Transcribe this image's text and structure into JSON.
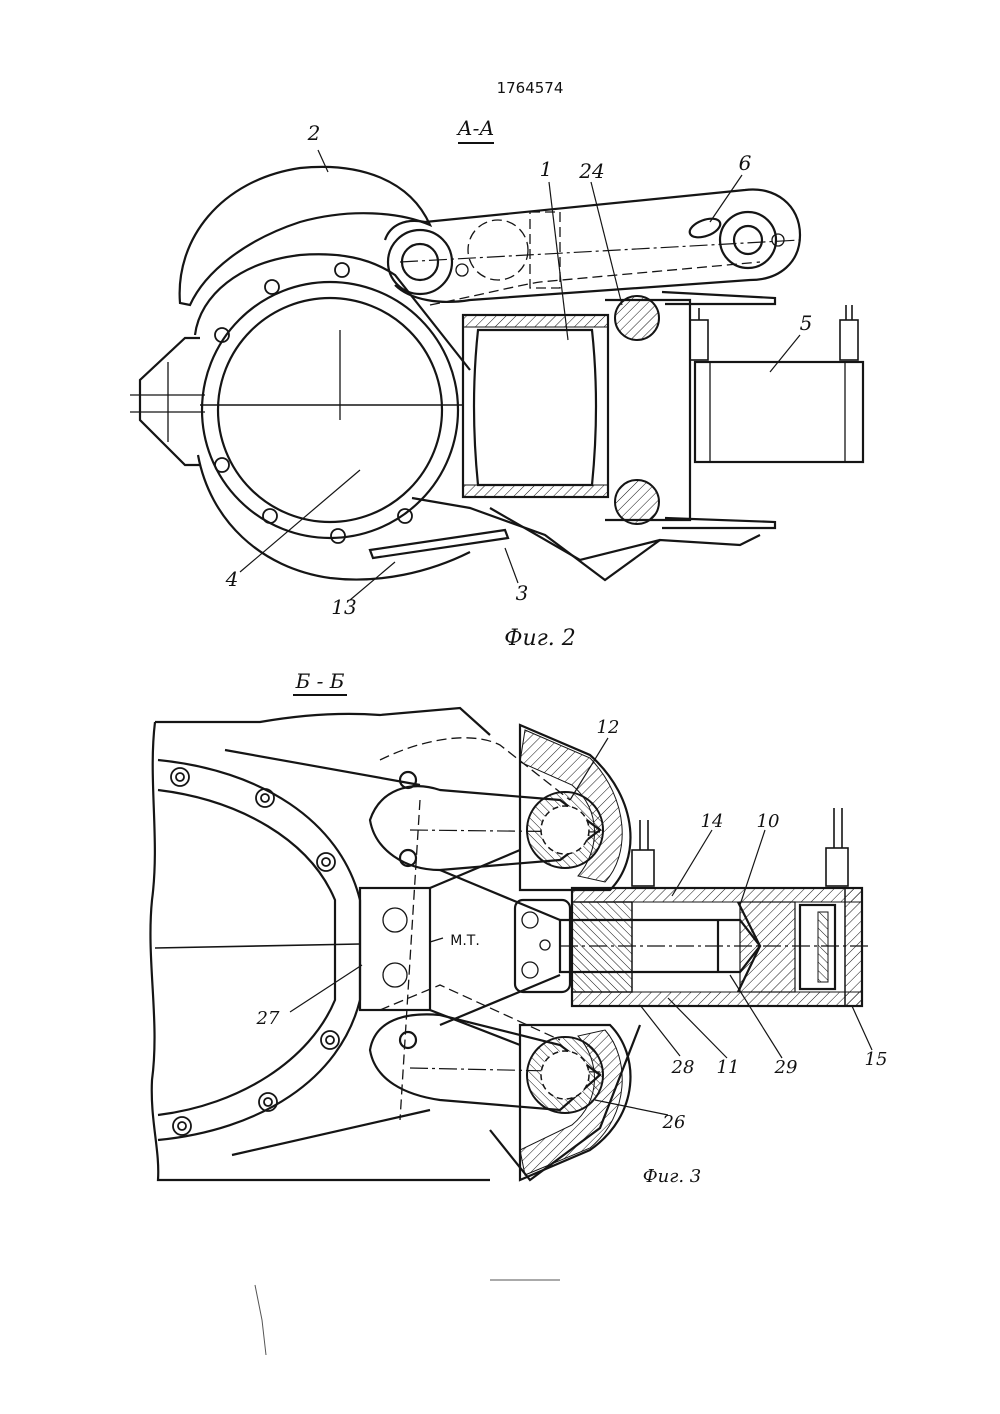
{
  "document": {
    "patent_number": "1764574"
  },
  "figure2": {
    "section_label": "А-А",
    "caption": "Фиг. 2",
    "callouts": [
      "2",
      "1",
      "24",
      "6",
      "5",
      "4",
      "13",
      "3"
    ]
  },
  "figure3": {
    "section_label": "Б - Б",
    "caption": "Фиг. 3",
    "annotation": "М.Т.",
    "callouts": [
      "12",
      "14",
      "10",
      "27",
      "28",
      "11",
      "29",
      "15",
      "26"
    ]
  }
}
